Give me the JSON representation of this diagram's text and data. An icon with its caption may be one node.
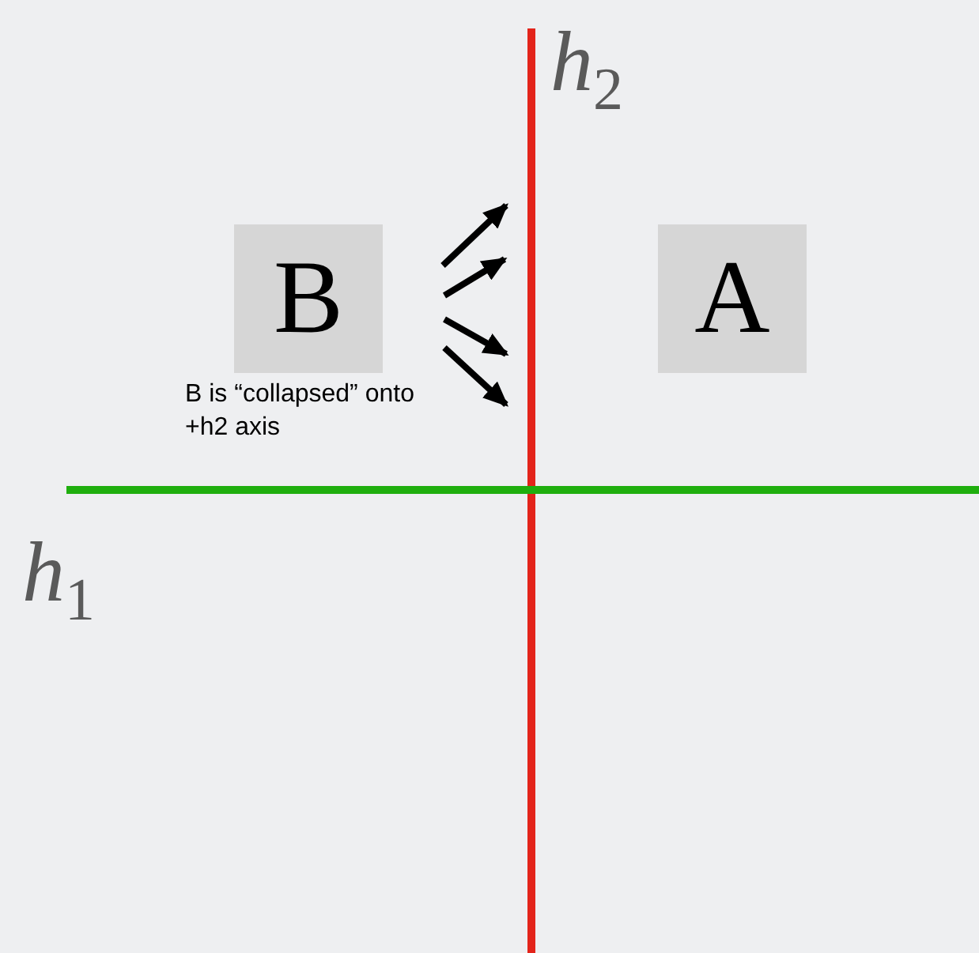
{
  "diagram": {
    "nodes": [
      {
        "text": [
          "B"
        ]
      },
      {
        "text": [
          "A"
        ]
      }
    ],
    "labels": [
      "*h*$_{2}$",
      "B is “collapsed” onto +h2 axis",
      "*h*$_{1}$"
    ]
  }
}
